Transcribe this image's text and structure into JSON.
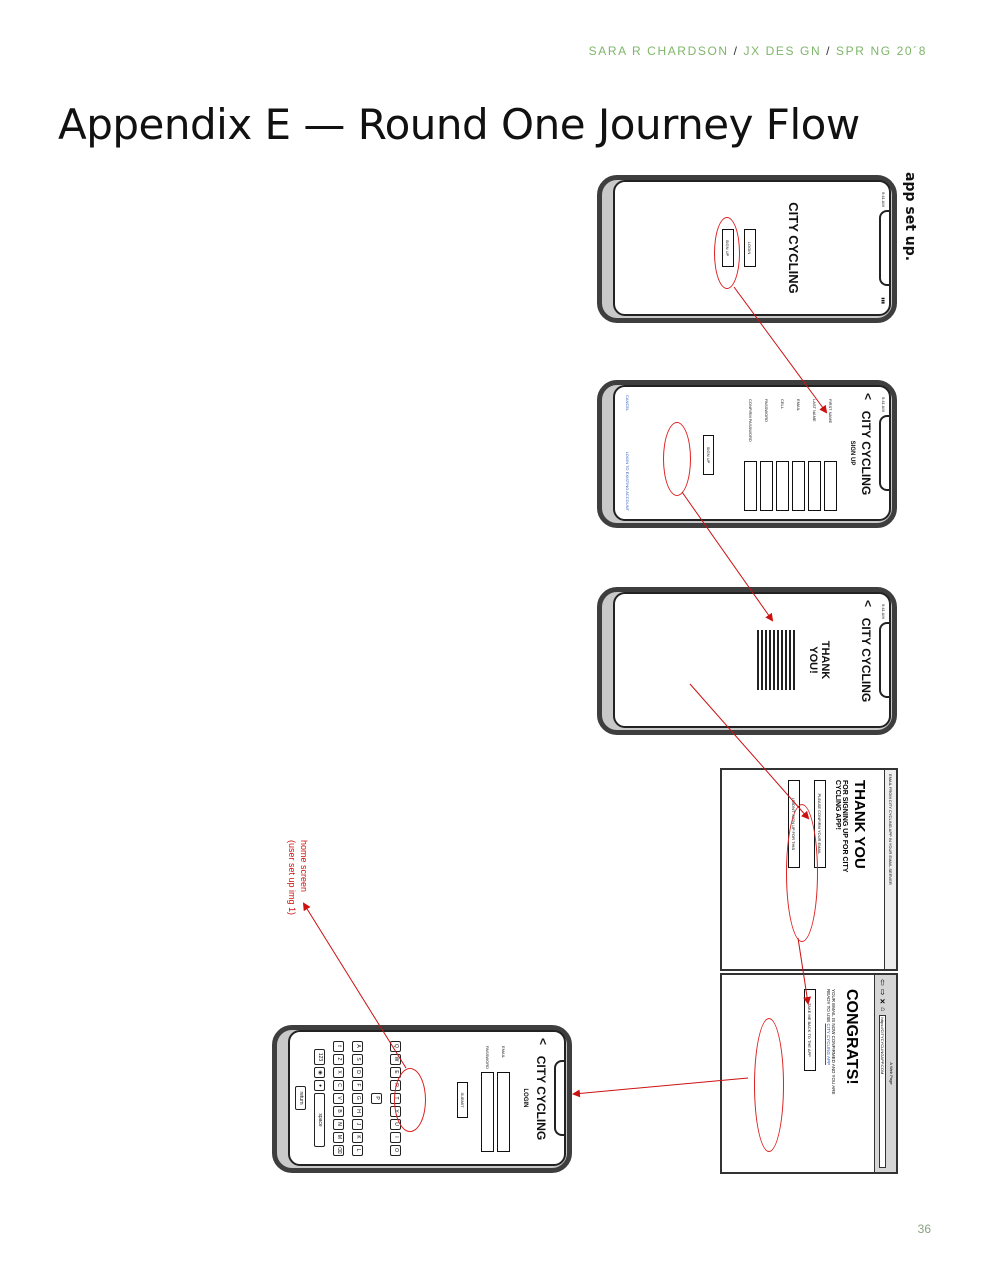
{
  "header": {
    "author": "SARA R CHARDSON",
    "course": "JX DES GN",
    "term": "SPR NG 20´8",
    "separator": "/"
  },
  "title": "Appendix E — Round One Journey Flow",
  "page_number": "36",
  "section_label": "app set up.",
  "screens": {
    "welcome": {
      "app_title": "CITY CYCLING",
      "login_button": "LOGIN",
      "signup_button": "SIGN UP",
      "status_left": "9:41 AM",
      "status_right": "▮▮▮"
    },
    "signup": {
      "back": "<",
      "app_title": "CITY CYCLING",
      "subtitle": "SIGN UP",
      "fields": [
        "FIRST NAME",
        "LAST NAME",
        "EMAIL",
        "CELL",
        "PASSWORD",
        "CONFIRM PASSWORD"
      ],
      "submit_button": "SIGN UP",
      "cancel_link": "CANCEL",
      "existing_link": "LOGIN TO EXISTING ACCOUNT",
      "status_left": "9:41 AM"
    },
    "thanks": {
      "back": "<",
      "app_title": "CITY CYCLING",
      "heading": "THANK YOU!",
      "status_left": "9:41 AM"
    },
    "email": {
      "top_bar": "EMAIL FROM CITY CYCLING APP IN YOUR EMAIL SERVER",
      "heading": "THANK YOU",
      "subheading": "FOR SIGNING UP FOR CITY CYCLING APP!",
      "confirm_button": "PLEASE CONFIRM YOUR EMAIL",
      "deny_button": "I DIDN'T SIGN UP FOR THIS"
    },
    "browser": {
      "window_title": "A Web Page",
      "url": "https://CITYCYCLINGAPP.COM",
      "heading": "CONGRATS!",
      "body": "YOUR EMAIL IS NOW CONFIRMED AND YOU ARE READY TO USE",
      "link": "CITY CYCLING APP",
      "back_button": "TAKE ME BACK TO THE APP"
    },
    "login": {
      "back": "<",
      "app_title": "CITY CYCLING",
      "subtitle": "LOGIN",
      "email_label": "EMAIL",
      "password_label": "PASSWORD",
      "submit_button": "SUBMIT",
      "keyboard_rows": [
        [
          "Q",
          "W",
          "E",
          "R",
          "T",
          "Y",
          "U",
          "I",
          "O",
          "P"
        ],
        [
          "A",
          "S",
          "D",
          "F",
          "G",
          "H",
          "J",
          "K",
          "L"
        ],
        [
          "⇧",
          "Z",
          "X",
          "C",
          "V",
          "B",
          "N",
          "M",
          "⌫"
        ]
      ],
      "key_123": "123",
      "key_space": "space",
      "key_return": "return"
    }
  },
  "annotation": {
    "line1": "home screen",
    "line2": "(user set up img 1)"
  },
  "colors": {
    "accent_green": "#7fb56a",
    "annotation_red": "#cc1111"
  }
}
